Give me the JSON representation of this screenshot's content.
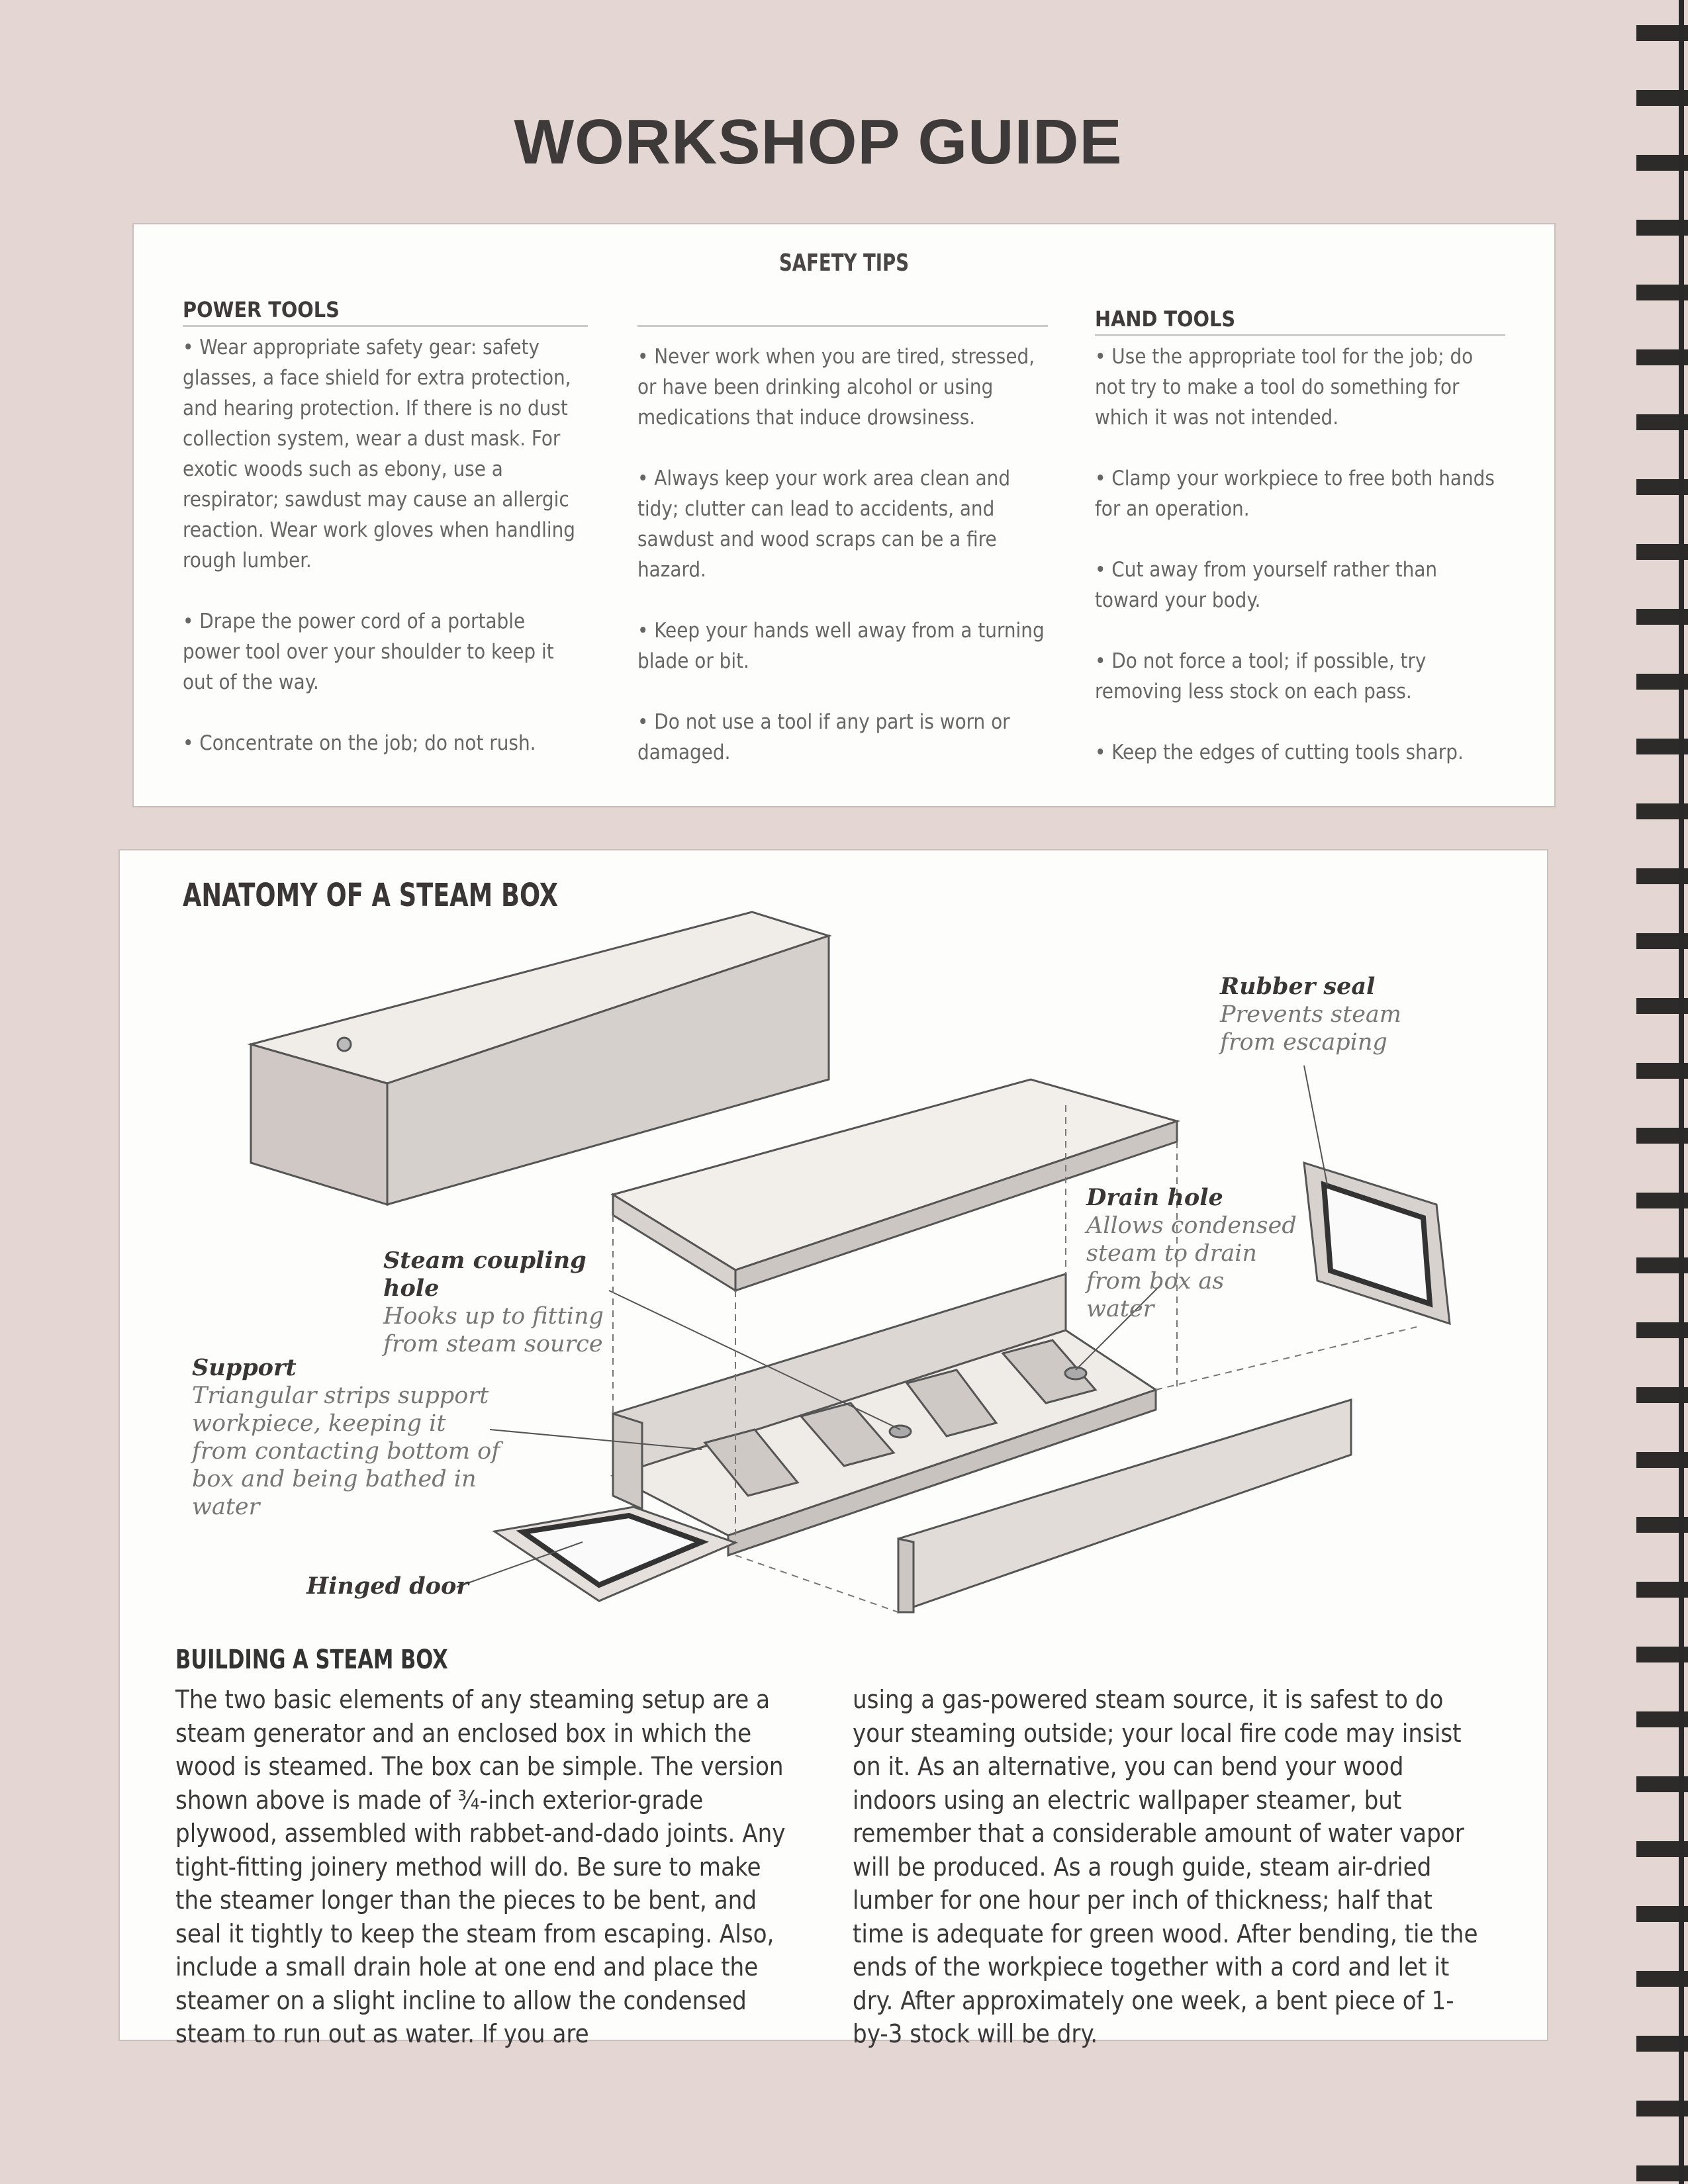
{
  "page_title": "WORKSHOP GUIDE",
  "safety_tips": {
    "heading": "SAFETY TIPS",
    "columns": [
      {
        "heading": "POWER TOOLS",
        "items": [
          "• Wear appropriate safety gear: safety glasses, a face shield for extra protection, and hearing protection. If there is no dust collection system, wear a dust mask. For exotic woods such as ebony, use a respirator; sawdust may cause an allergic reaction. Wear work gloves when handling rough lumber.",
          "• Drape the power cord of a portable power tool over your shoulder to keep it out of the way.",
          "• Concentrate on the job; do not rush."
        ]
      },
      {
        "heading": "",
        "items": [
          "• Never work when you are tired, stressed, or have been drinking alcohol or using medications that induce drowsiness.",
          "• Always keep your work area clean and tidy; clutter can lead to accidents, and sawdust and wood scraps can be a fire hazard.",
          "• Keep your hands well away from a turning blade or bit.",
          "• Do not use a tool if any part is worn or damaged."
        ]
      },
      {
        "heading": "HAND TOOLS",
        "items": [
          "• Use the appropriate tool for the job; do not try to make a tool do something for which it was not intended.",
          "• Clamp your workpiece to free both hands for an operation.",
          "• Cut away from yourself rather than toward your body.",
          "• Do not force a tool; if possible, try removing less stock on each pass.",
          "• Keep the edges of cutting tools sharp."
        ]
      }
    ]
  },
  "anatomy": {
    "heading": "ANATOMY OF A STEAM BOX",
    "labels": {
      "rubber_seal": {
        "title": "Rubber seal",
        "desc": "Prevents steam from escaping"
      },
      "drain_hole": {
        "title": "Drain hole",
        "desc": "Allows condensed steam to drain from box as water"
      },
      "steam_coupling": {
        "title": "Steam coupling hole",
        "desc": "Hooks up to fitting from steam source"
      },
      "support": {
        "title": "Support",
        "desc": "Triangular strips support workpiece, keeping it from contacting bottom of box and being bathed in water"
      },
      "hinged_door": {
        "title": "Hinged door"
      }
    }
  },
  "building": {
    "heading": "BUILDING A STEAM BOX",
    "col1": "The two basic elements of any steaming setup are a steam generator and an enclosed box in which the wood is steamed. The box can be simple. The version shown above is made of ¾-inch exterior-grade plywood, assembled with rabbet-and-dado joints. Any tight-fitting joinery method will do. Be sure to make the steamer longer than the pieces to be bent, and seal it tightly to keep the steam from escaping. Also, include a small drain hole at one end and place the steamer on a slight incline to allow the condensed steam to run out as water. If you are",
    "col2": "using a gas-powered steam source, it is safest to do your steaming outside; your local fire code may insist on it. As an alternative, you can bend your wood indoors using an electric wallpaper steamer, but remember that a considerable amount of water vapor will be produced. As a rough guide, steam air-dried lumber for one hour per inch of thickness; half that time is adequate for green wood. After bending, tie the ends of the workpiece together with a cord and let it dry. After approximately one week, a bent piece of 1-by-3 stock will be dry."
  }
}
